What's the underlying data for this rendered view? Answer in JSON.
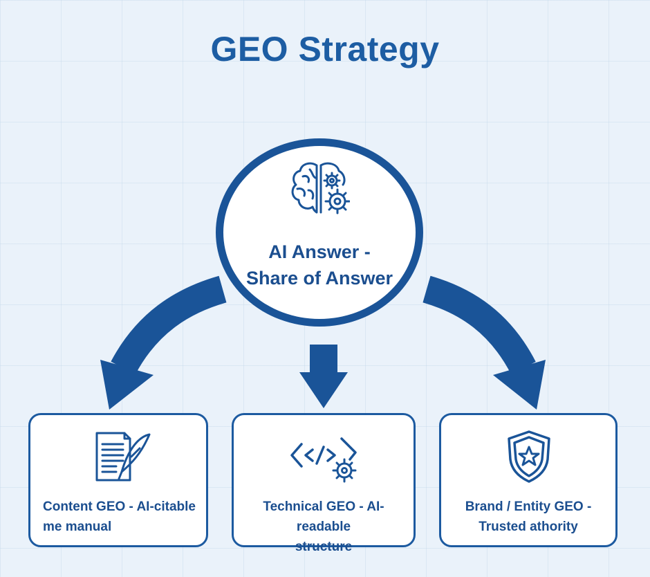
{
  "title": "GEO Strategy",
  "hub": {
    "line1": "AI Answer -",
    "line2": "Share of Answer",
    "icon": "brain-gears-icon"
  },
  "cards": [
    {
      "line1": "Content GEO - AI-citable",
      "line2": "me manual",
      "icon": "document-quill-icon"
    },
    {
      "line1": "Technical GEO - AI-readable",
      "line2": "structure",
      "icon": "code-gear-icon"
    },
    {
      "line1": "Brand / Entity GEO -",
      "line2": "Trusted athority",
      "icon": "shield-star-icon"
    }
  ],
  "colors": {
    "primary": "#1a5498",
    "title": "#1d5da3",
    "background": "#eaf2fa",
    "card_background": "#ffffff"
  }
}
